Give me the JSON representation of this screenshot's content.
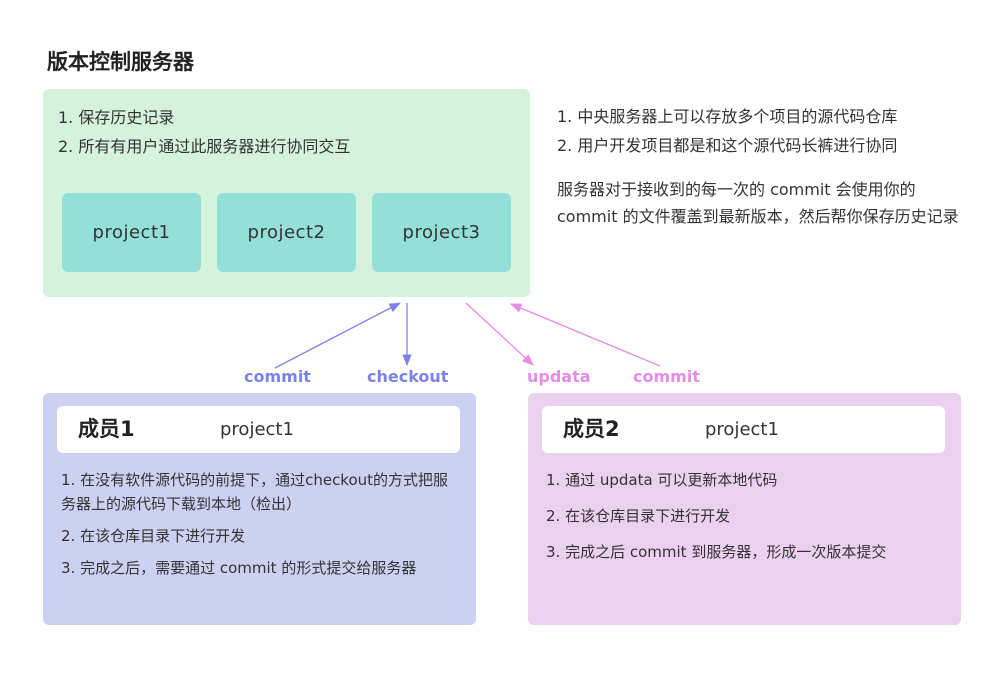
{
  "title": "版本控制服务器",
  "server": {
    "points": [
      "1. 保存历史记录",
      "2. 所有有用户通过此服务器进行协同交互"
    ],
    "projects": [
      "project1",
      "project2",
      "project3"
    ]
  },
  "notes": {
    "points": [
      "1. 中央服务器上可以存放多个项目的源代码仓库",
      "2. 用户开发项目都是和这个源代码长裤进行协同"
    ],
    "paragraph": "服务器对于接收到的每一次的 commit 会使用你的 commit 的文件覆盖到最新版本，然后帮你保存历史记录"
  },
  "arrows": {
    "member1_commit": "commit",
    "member1_checkout": "checkout",
    "member2_updata": "updata",
    "member2_commit": "commit"
  },
  "member1": {
    "name": "成员1",
    "project": "project1",
    "steps": [
      "1. 在没有软件源代码的前提下，通过checkout的方式把服务器上的源代码下载到本地（检出）",
      "2. 在该仓库目录下进行开发",
      "3. 完成之后，需要通过 commit 的形式提交给服务器"
    ]
  },
  "member2": {
    "name": "成员2",
    "project": "project1",
    "steps": [
      "1. 通过 updata 可以更新本地代码",
      "2. 在该仓库目录下进行开发",
      "3. 完成之后 commit 到服务器，形成一次版本提交"
    ]
  },
  "colors": {
    "server_bg": "#d4f2dc",
    "project_bg": "#93e0d8",
    "member1_bg": "#ccd1f2",
    "member2_bg": "#ecd0ef",
    "member1_arrow": "#7b83ea",
    "member2_arrow": "#e58be8"
  }
}
